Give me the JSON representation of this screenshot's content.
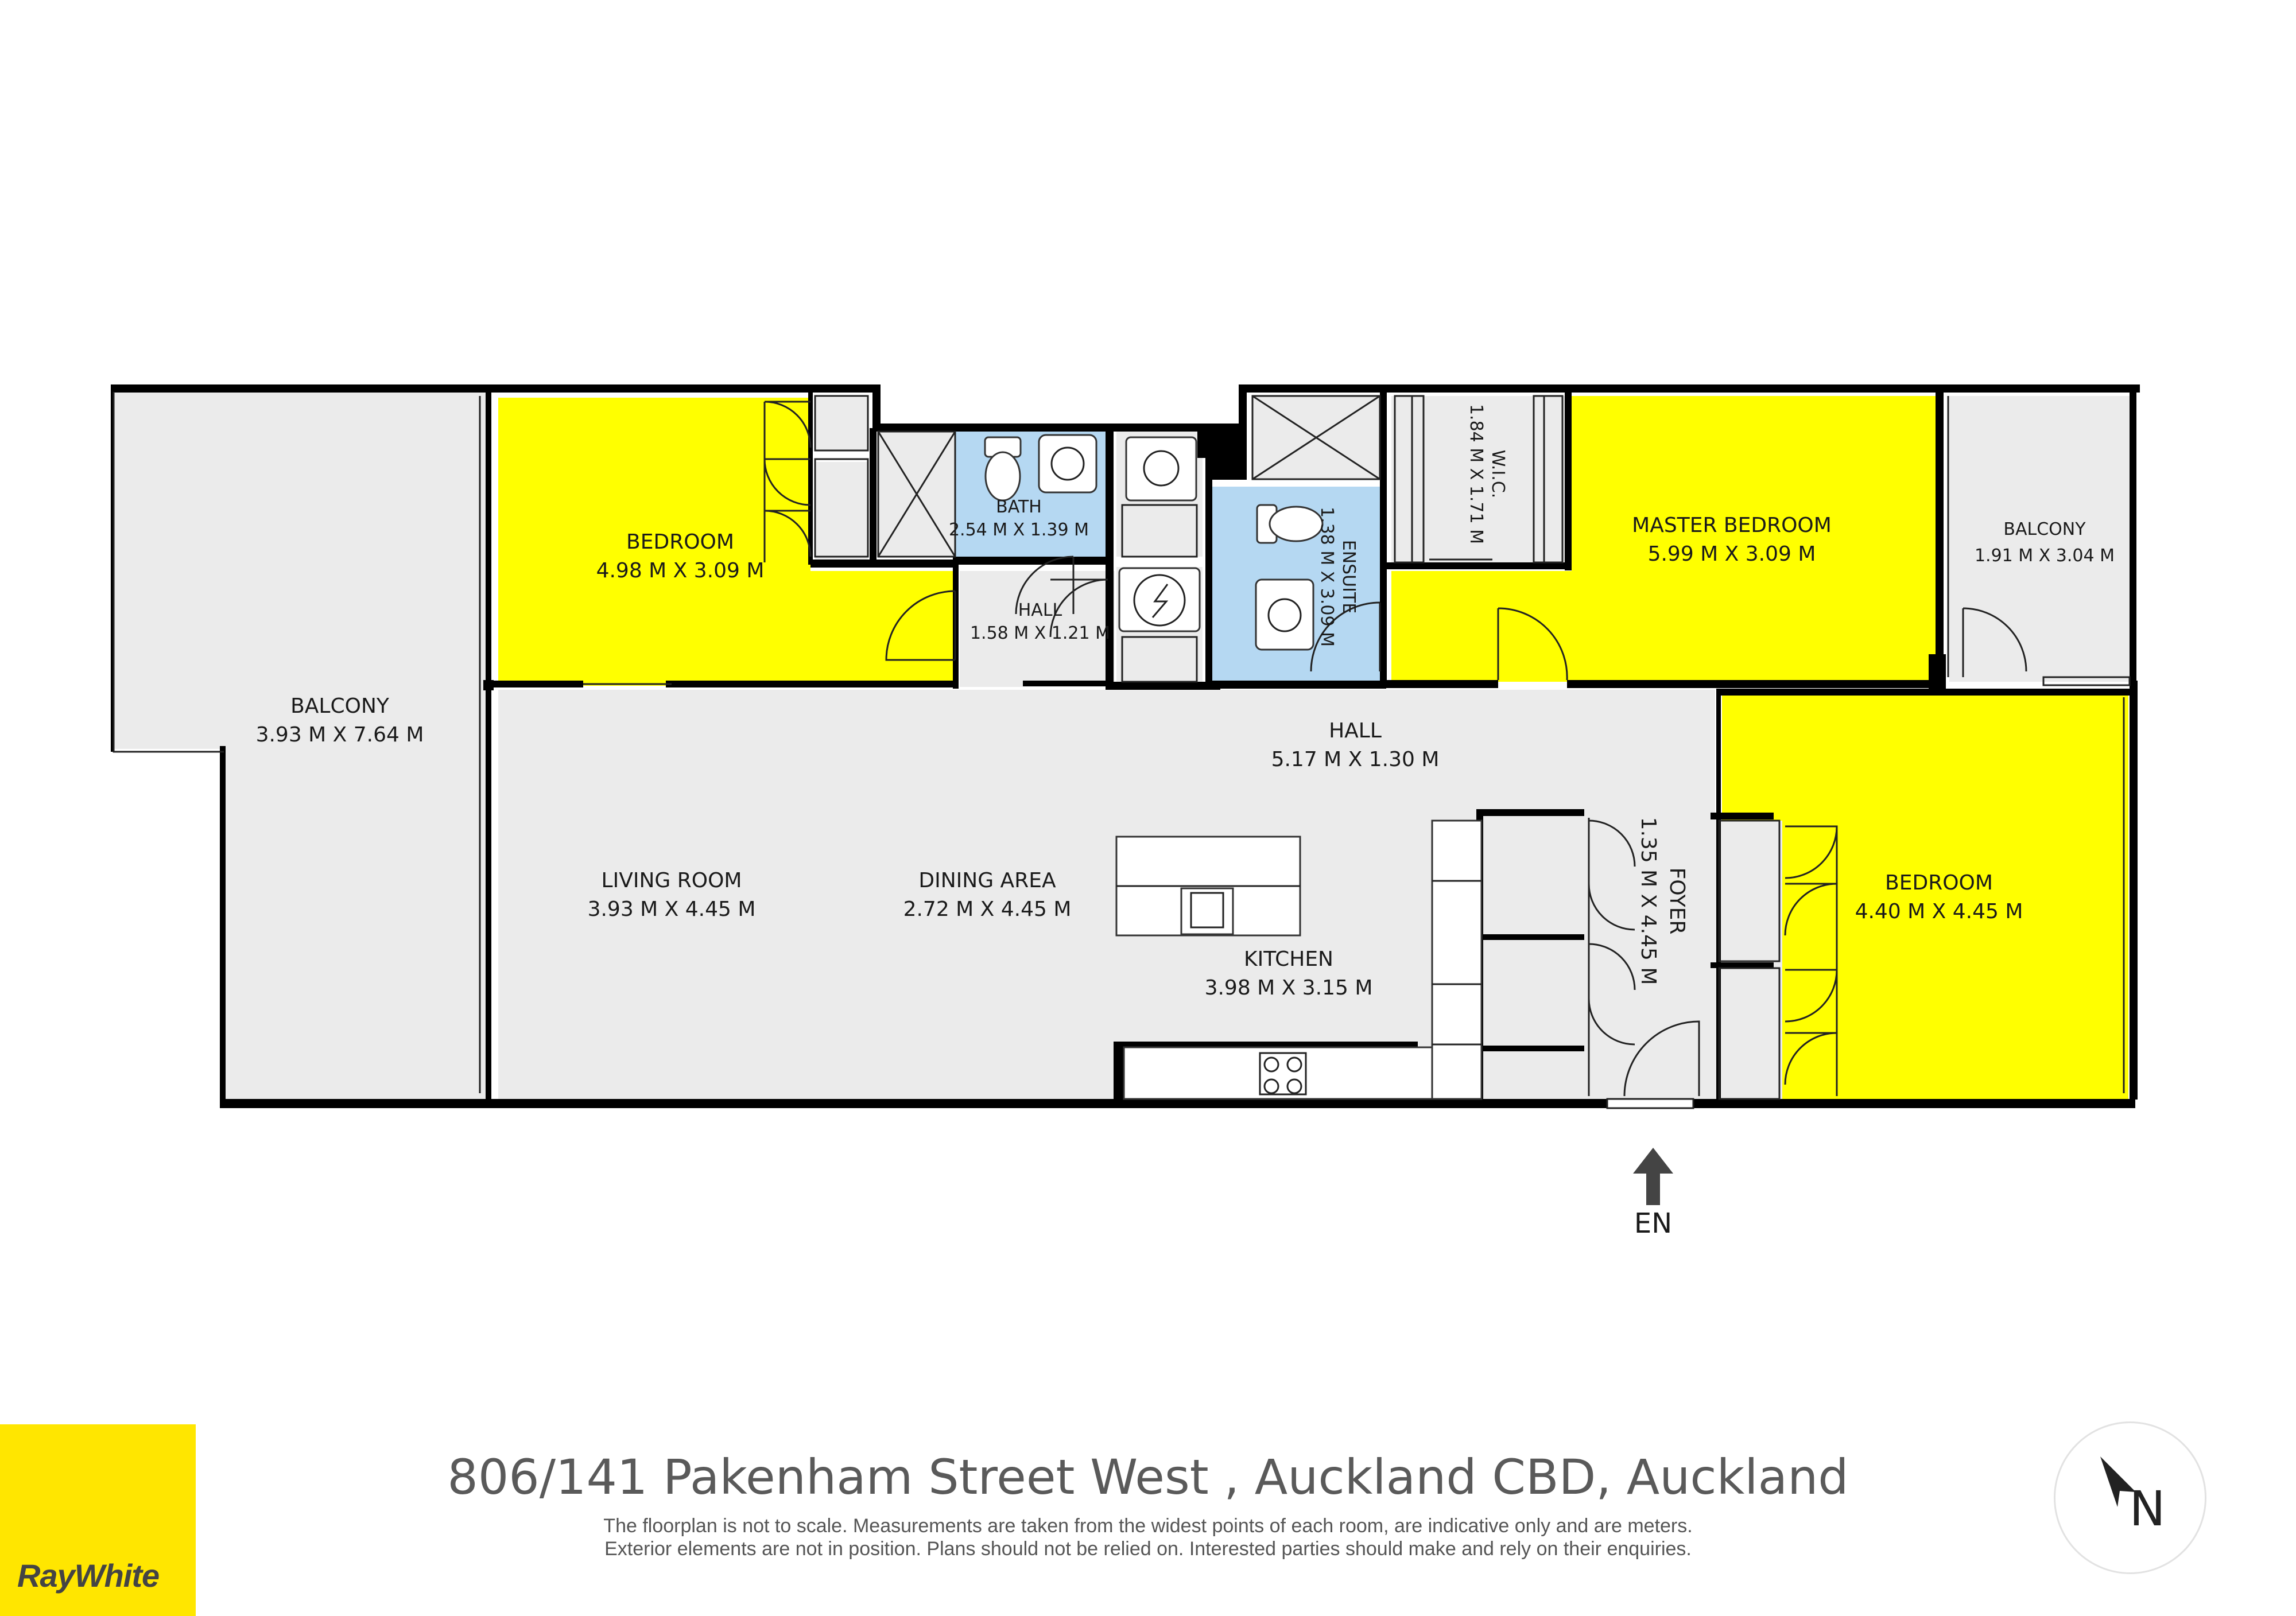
{
  "rooms": {
    "balcony_left": {
      "name": "BALCONY",
      "dims": "3.93 M X 7.64 M"
    },
    "bedroom_left": {
      "name": "BEDROOM",
      "dims": "4.98 M X 3.09 M"
    },
    "bath": {
      "name": "BATH",
      "dims": "2.54 M X 1.39 M"
    },
    "hall_small": {
      "name": "HALL",
      "dims": "1.58 M X 1.21 M"
    },
    "ensuite": {
      "name": "ENSUITE",
      "dims": "1.38 M X 3.09 M"
    },
    "wic": {
      "name": "W.I.C.",
      "dims": "1.84 M X 1.71 M"
    },
    "master_bedroom": {
      "name": "MASTER BEDROOM",
      "dims": "5.99 M X 3.09 M"
    },
    "balcony_right": {
      "name": "BALCONY",
      "dims": "1.91 M X 3.04 M"
    },
    "hall_main": {
      "name": "HALL",
      "dims": "5.17 M X 1.30 M"
    },
    "living_room": {
      "name": "LIVING ROOM",
      "dims": "3.93 M X 4.45 M"
    },
    "dining_area": {
      "name": "DINING AREA",
      "dims": "2.72 M X 4.45 M"
    },
    "kitchen": {
      "name": "KITCHEN",
      "dims": "3.98 M X 3.15 M"
    },
    "foyer": {
      "name": "FOYER",
      "dims": "1.35 M X 4.45 M"
    },
    "bedroom_right": {
      "name": "BEDROOM",
      "dims": "4.40 M X 4.45 M"
    }
  },
  "entrance_label": "EN",
  "address": "806/141 Pakenham Street West , Auckland CBD, Auckland",
  "disclaimer": {
    "line1": "The floorplan is not to scale. Measurements are taken from the widest points of each room, are indicative only and are meters.",
    "line2": "Exterior elements are not in position. Plans should not be relied on. Interested parties should make and rely on their enquiries."
  },
  "brand": "RayWhite",
  "compass_label": "N",
  "colors": {
    "bedroom": "#ffff00",
    "wet_area": "#b5d8f2",
    "floor": "#ebebeb",
    "wall": "#000000",
    "brand_yellow": "#ffe600"
  }
}
